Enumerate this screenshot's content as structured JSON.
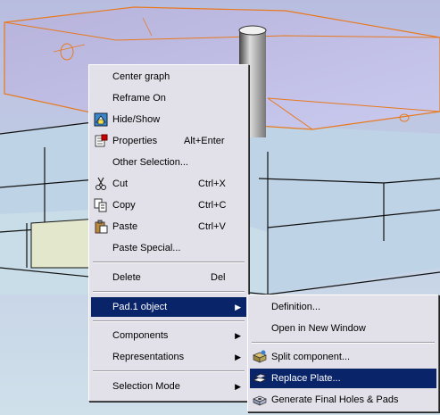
{
  "context_menu": {
    "items": [
      {
        "label": "Center graph",
        "shortcut": "",
        "icon": ""
      },
      {
        "label": "Reframe On",
        "shortcut": "",
        "icon": ""
      },
      {
        "label": "Hide/Show",
        "shortcut": "",
        "icon": "hide-show-icon"
      },
      {
        "label": "Properties",
        "shortcut": "Alt+Enter",
        "icon": "properties-icon"
      },
      {
        "label": "Other Selection...",
        "shortcut": "",
        "icon": ""
      },
      {
        "label": "Cut",
        "shortcut": "Ctrl+X",
        "icon": "scissors-icon"
      },
      {
        "label": "Copy",
        "shortcut": "Ctrl+C",
        "icon": "copy-icon"
      },
      {
        "label": "Paste",
        "shortcut": "Ctrl+V",
        "icon": "paste-icon"
      },
      {
        "label": "Paste Special...",
        "shortcut": "",
        "icon": ""
      },
      {
        "label": "Delete",
        "shortcut": "Del",
        "icon": ""
      },
      {
        "label": "Pad.1 object",
        "shortcut": "",
        "icon": "",
        "submenu": true,
        "highlighted": true
      },
      {
        "label": "Components",
        "shortcut": "",
        "icon": "",
        "submenu": true
      },
      {
        "label": "Representations",
        "shortcut": "",
        "icon": "",
        "submenu": true
      },
      {
        "label": "Selection Mode",
        "shortcut": "",
        "icon": "",
        "submenu": true
      }
    ]
  },
  "submenu": {
    "items": [
      {
        "label": "Definition...",
        "icon": ""
      },
      {
        "label": "Open in New Window",
        "icon": ""
      },
      {
        "label": "Split component...",
        "icon": "split-component-icon"
      },
      {
        "label": "Replace Plate...",
        "icon": "replace-plate-icon",
        "highlighted": true
      },
      {
        "label": "Generate Final Holes & Pads",
        "icon": "generate-holes-icon"
      }
    ]
  },
  "colors": {
    "menu_bg": "#e2e1ea",
    "highlight": "#0a246a",
    "selection_orange": "#e8791e",
    "viewport_bg": "#c3cfe6"
  }
}
